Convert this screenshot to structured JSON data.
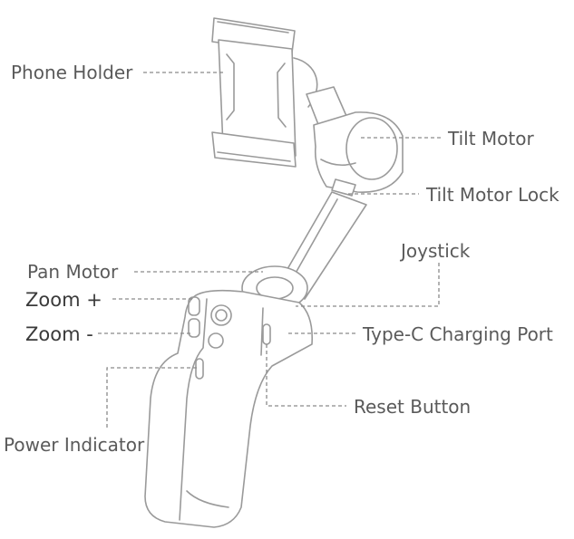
{
  "labels": {
    "phone_holder": "Phone Holder",
    "tilt_motor": "Tilt Motor",
    "tilt_motor_lock": "Tilt Motor Lock",
    "joystick": "Joystick",
    "pan_motor": "Pan Motor",
    "zoom_plus": "Zoom +",
    "zoom_minus": "Zoom -",
    "type_c_port": "Type-C Charging Port",
    "reset_button": "Reset Button",
    "power_indicator": "Power Indicator"
  }
}
